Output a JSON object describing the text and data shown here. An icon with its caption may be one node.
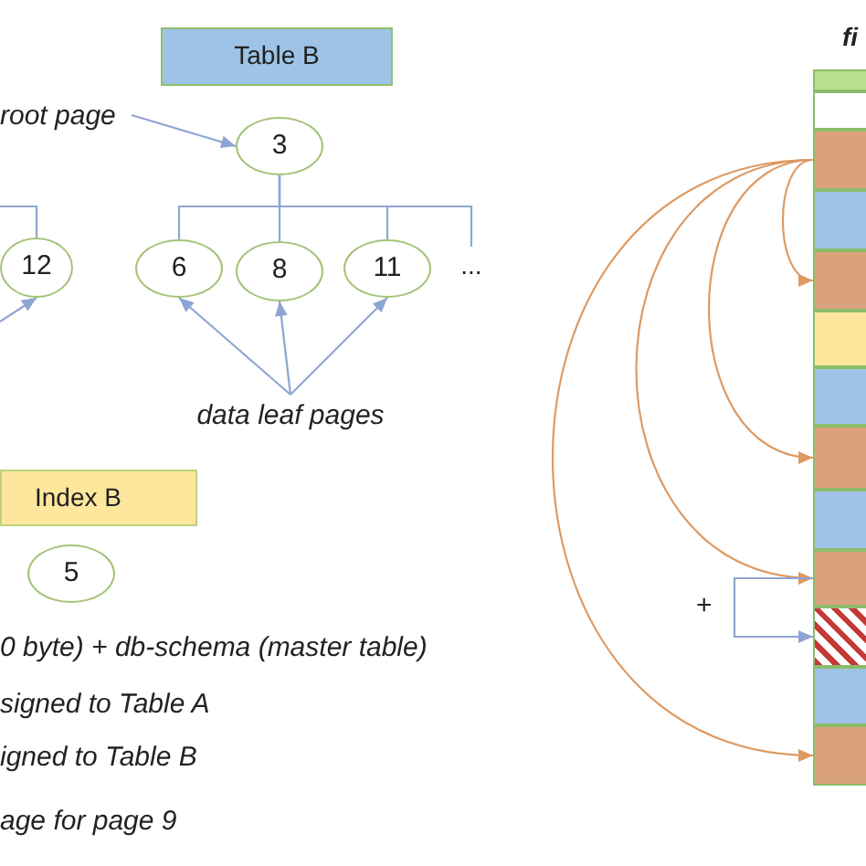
{
  "diagram": {
    "nodes": [
      {
        "text": [
          "Table B"
        ]
      },
      {
        "text": [
          "root page"
        ]
      },
      {
        "text": [
          "3"
        ]
      },
      {
        "text": [
          "12"
        ]
      },
      {
        "text": [
          "6"
        ]
      },
      {
        "text": [
          "8"
        ]
      },
      {
        "text": [
          "11"
        ]
      },
      {
        "text": [
          "..."
        ]
      },
      {
        "text": [
          "data leaf pages"
        ]
      },
      {
        "text": [
          "Index B"
        ]
      },
      {
        "text": [
          "5"
        ]
      },
      {
        "text": [],
        "shape": "box"
      },
      {
        "text": [],
        "shape": "box"
      },
      {
        "text": [],
        "shape": "box"
      },
      {
        "text": [],
        "shape": "box"
      },
      {
        "text": [],
        "shape": "box"
      },
      {
        "text": [],
        "shape": "box"
      },
      {
        "text": [],
        "shape": "box"
      },
      {
        "text": [],
        "shape": "box"
      },
      {
        "text": [],
        "shape": "box"
      },
      {
        "text": [],
        "shape": "box"
      },
      {
        "text": [],
        "shape": "box"
      },
      {
        "text": [],
        "shape": "box"
      },
      {
        "text": [],
        "shape": "box"
      }
    ],
    "edges": [
      {
        "from": 1,
        "to": 2,
        "arrow": "to"
      },
      {
        "from": 2,
        "to": 4,
        "arrow": "none"
      },
      {
        "from": 2,
        "to": 5,
        "arrow": "none"
      },
      {
        "from": 2,
        "to": 6,
        "arrow": "none"
      },
      {
        "from": 2,
        "to": 7,
        "arrow": "none"
      },
      {
        "from": null,
        "to": 3,
        "arrow": "none"
      },
      {
        "from": 8,
        "to": 4,
        "arrow": "to"
      },
      {
        "from": 8,
        "to": 5,
        "arrow": "to"
      },
      {
        "from": 8,
        "to": 6,
        "arrow": "to"
      },
      {
        "from": null,
        "to": 3,
        "arrow": "to"
      },
      {
        "from": 13,
        "to": 15,
        "arrow": "to",
        "color": "#dd9a63"
      },
      {
        "from": 13,
        "to": 18,
        "arrow": "to",
        "color": "#dd9a63"
      },
      {
        "from": 13,
        "to": 20,
        "arrow": "to",
        "color": "#dd9a63"
      },
      {
        "from": 13,
        "to": 23,
        "arrow": "to",
        "color": "#dd9a63"
      },
      {
        "from": 20,
        "to": 21,
        "arrow": "to",
        "label": "+"
      }
    ],
    "labels": [
      "0 byte) + db-schema (master table)",
      "signed to Table A",
      "igned to Table B",
      "age for page 9",
      "fi"
    ]
  }
}
